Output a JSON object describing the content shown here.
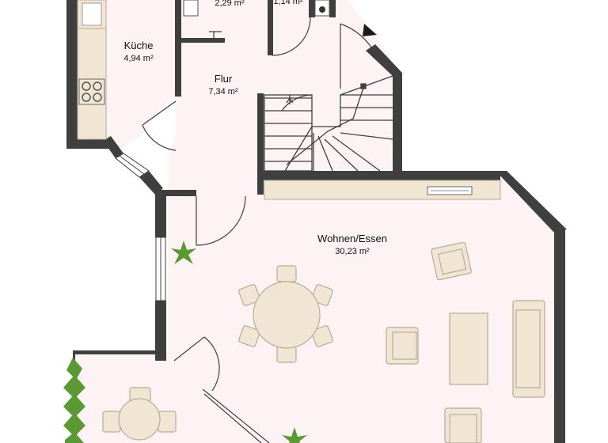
{
  "rooms": {
    "kitchen": {
      "name": "Küche",
      "area": "4,94 m²"
    },
    "hallway": {
      "name": "Flur",
      "area": "7,34 m²"
    },
    "living": {
      "name": "Wohnen/Essen",
      "area": "30,23 m²"
    },
    "top_left": {
      "area": "2,29 m²"
    },
    "top_right": {
      "area": "1,14 m²"
    }
  },
  "colors": {
    "wall": "#3f3f3f",
    "floor": "#fdf2f4",
    "furniture": "#f1e6d4",
    "furniture_stroke": "#b9ab95",
    "plant": "#5a9a32"
  }
}
